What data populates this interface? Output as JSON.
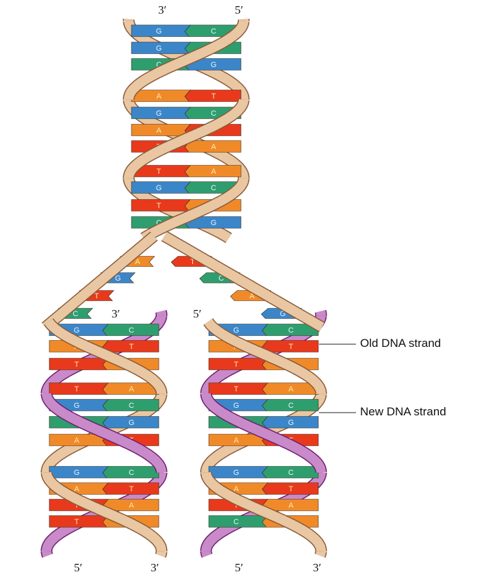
{
  "diagram": {
    "end_labels": {
      "parent_left_top": "3′",
      "parent_right_top": "5′",
      "daughter_left_new_top": "3′",
      "daughter_right_new_top": "5′",
      "daughter_left_bottom_left": "5′",
      "daughter_left_bottom_right": "3′",
      "daughter_right_bottom_left": "5′",
      "daughter_right_bottom_right": "3′"
    },
    "legend": {
      "old_strand": "Old DNA strand",
      "new_strand": "New DNA strand"
    },
    "parent_pairs": [
      [
        "G",
        "C"
      ],
      [
        "G",
        "C"
      ],
      [
        "C",
        "G"
      ],
      [
        "A",
        "T"
      ],
      [
        "G",
        "C"
      ],
      [
        "A",
        "T"
      ],
      [
        "T",
        "A"
      ],
      [
        "T",
        "A"
      ],
      [
        "G",
        "C"
      ],
      [
        "T",
        "A"
      ],
      [
        "C",
        "G"
      ]
    ],
    "fork_left_bases": [
      "A",
      "G",
      "T",
      "C"
    ],
    "fork_right_bases": [
      "T",
      "C",
      "A",
      "G"
    ],
    "left_daughter_pairs": [
      [
        "G",
        "C"
      ],
      [
        "A",
        "T"
      ],
      [
        "T",
        "A"
      ],
      [
        "T",
        "A"
      ],
      [
        "G",
        "C"
      ],
      [
        "C",
        "G"
      ],
      [
        "A",
        "T"
      ],
      [
        "G",
        "C"
      ],
      [
        "A",
        "T"
      ],
      [
        "T",
        "A"
      ],
      [
        "T",
        "A"
      ]
    ],
    "right_daughter_pairs": [
      [
        "G",
        "C"
      ],
      [
        "A",
        "T"
      ],
      [
        "T",
        "A"
      ],
      [
        "T",
        "A"
      ],
      [
        "G",
        "C"
      ],
      [
        "C",
        "G"
      ],
      [
        "A",
        "T"
      ],
      [
        "G",
        "C"
      ],
      [
        "A",
        "T"
      ],
      [
        "T",
        "A"
      ],
      [
        "C",
        "A"
      ]
    ],
    "colors": {
      "old_strand": "#e9c7a2",
      "old_strand_edge": "#8a5a3a",
      "new_strand": "#c98ac9",
      "new_strand_dark": "#6f1e6f",
      "A": "#f08a28",
      "T": "#e8391c",
      "G": "#3a86c8",
      "C": "#2e9e6e"
    }
  }
}
